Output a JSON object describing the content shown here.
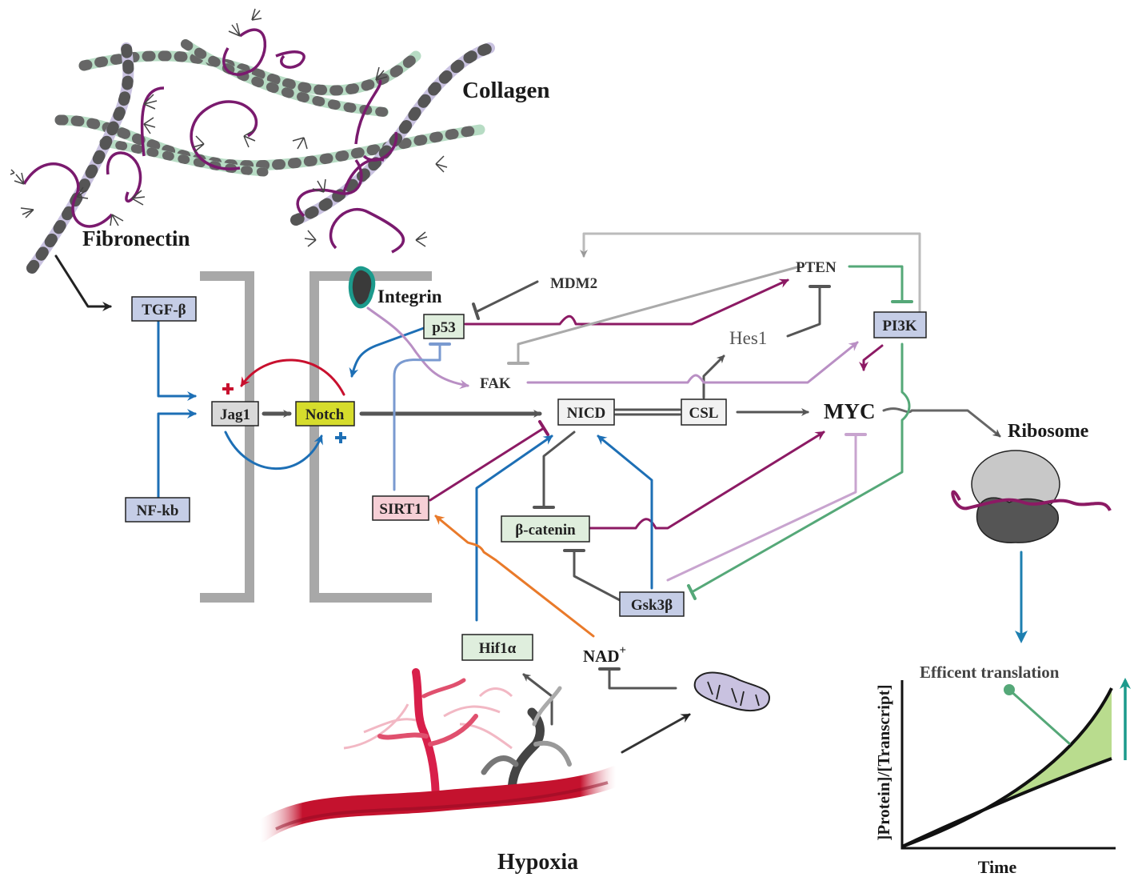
{
  "labels": {
    "collagen": "Collagen",
    "fibronectin": "Fibronectin",
    "integrin": "Integrin",
    "ribosome": "Ribosome",
    "hypoxia": "Hypoxia",
    "mdm2": "MDM2",
    "pten": "PTEN",
    "hes1": "Hes1",
    "fak": "FAK",
    "myc": "MYC",
    "nad": "NAD",
    "nad_sup": "+"
  },
  "boxes": {
    "tgfb": "TGF-β",
    "nfkb": "NF-kb",
    "jag1": "Jag1",
    "notch": "Notch",
    "p53": "p53",
    "nicd": "NICD",
    "csl": "CSL",
    "pi3k": "PI3K",
    "sirt1": "SIRT1",
    "bcatenin": "β-catenin",
    "gsk3b": "Gsk3β",
    "hif1a": "Hif1α"
  },
  "inset": {
    "title": "Efficent translation",
    "xlabel": "Time",
    "ylabel": "]Protein]/[Transcript]"
  },
  "colors": {
    "tgfb_box": "#c5cde6",
    "nfkb_box": "#c5cde6",
    "pi3k_box": "#c5cde6",
    "gsk3b_box": "#c5cde6",
    "notch_box": "#d6dc2c",
    "jag1_box": "#d9d9d9",
    "sirt1_box": "#f6cfd6",
    "p53_box": "#dfeedd",
    "bcatenin_box": "#dfeedd",
    "hif1a_box": "#dfeedd",
    "nicd_box": "#f2f2f2",
    "csl_box": "#f2f2f2",
    "blue_arrow": "#1d6fb5",
    "purple_arrow": "#8c1a64",
    "light_purple": "#b98fc4",
    "green_arrow": "#55a878",
    "orange_arrow": "#e97a2a",
    "red_arrow": "#c8102e",
    "gray_arrow": "#555555",
    "collagen_green": "#b7dcc4",
    "collagen_lilac": "#c9c2e0",
    "fiber_purple": "#7a1a6e",
    "membrane_gray": "#a8a8a8",
    "vessel_red": "#c4122e",
    "inset_fill": "#b9dc8e",
    "teal_arrow": "#1c9a8c"
  }
}
